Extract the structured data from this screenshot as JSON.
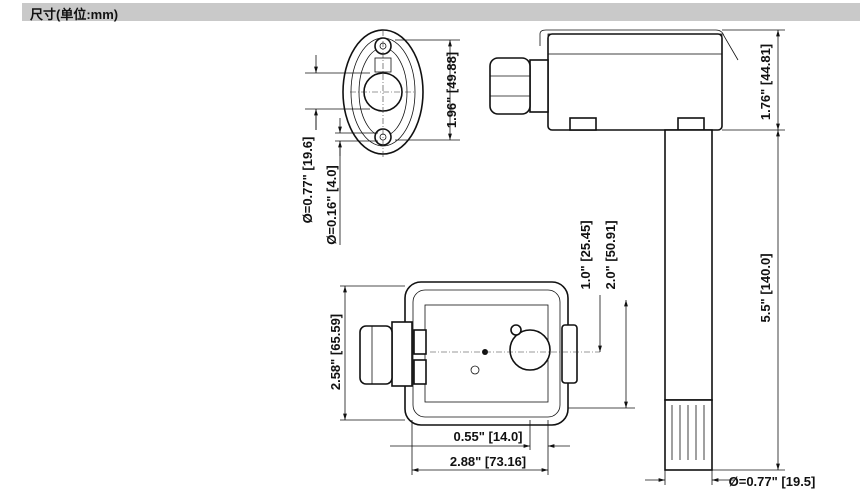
{
  "header": {
    "title": "尺寸(单位:mm)"
  },
  "dimensions": {
    "mount_height": "1.96\" [49.88]",
    "mount_hole_dia": "Ø=0.77\" [19.6]",
    "screw_hole_dia": "Ø=0.16\" [4.0]",
    "housing_height": "1.76\" [44.81]",
    "probe_length": "5.5\" [140.0]",
    "center_offset_1": "1.0\" [25.45]",
    "center_offset_2": "2.0\" [50.91]",
    "housing_depth": "2.58\" [65.59]",
    "gland_width": "0.55\" [14.0]",
    "housing_width": "2.88\" [73.16]",
    "probe_dia": "Ø=0.77\" [19.5]"
  }
}
